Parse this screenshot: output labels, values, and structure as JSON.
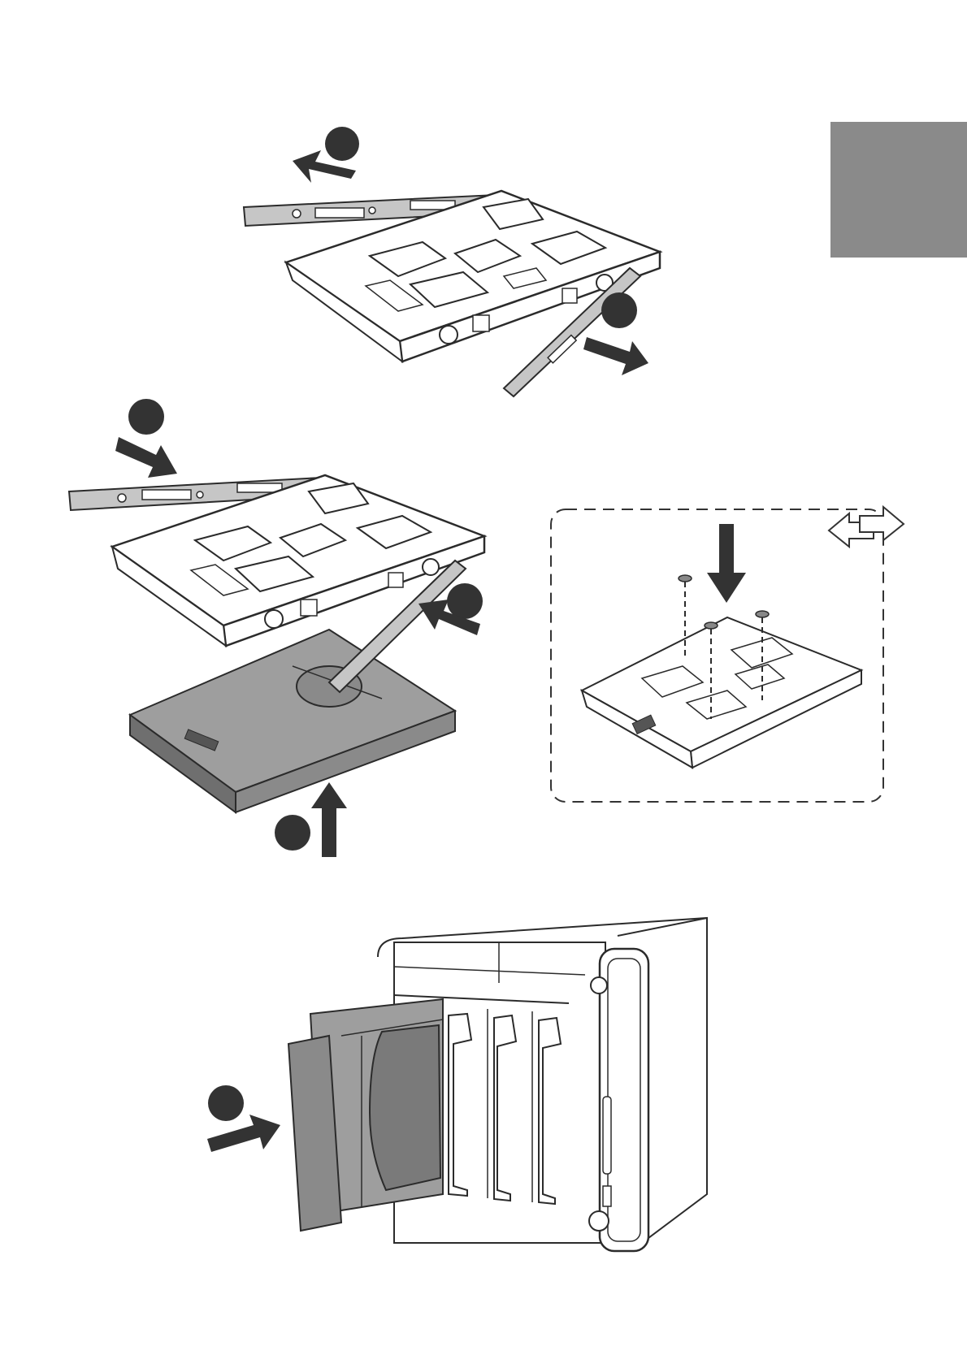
{
  "colors": {
    "tab": "#8a8a8a",
    "ink": "#333333",
    "line": "#2b2b2b",
    "bracket_fill": "#c6c6c6",
    "drive_fill": "#9e9e9e",
    "drive_dark": "#6f6f6f",
    "paper": "#ffffff"
  },
  "figures": [
    {
      "name": "tray-remove-brackets",
      "step_markers": 2,
      "arrows": 2
    },
    {
      "name": "tray-install-3-5-drive",
      "step_markers": 3,
      "arrows": 3
    },
    {
      "name": "tray-install-2-5-drive-screws",
      "icons": [
        "down-arrow-icon",
        "swap-arrows-icon",
        "screw-icon"
      ]
    },
    {
      "name": "nas-insert-tray",
      "step_markers": 1,
      "arrows": 1
    }
  ]
}
